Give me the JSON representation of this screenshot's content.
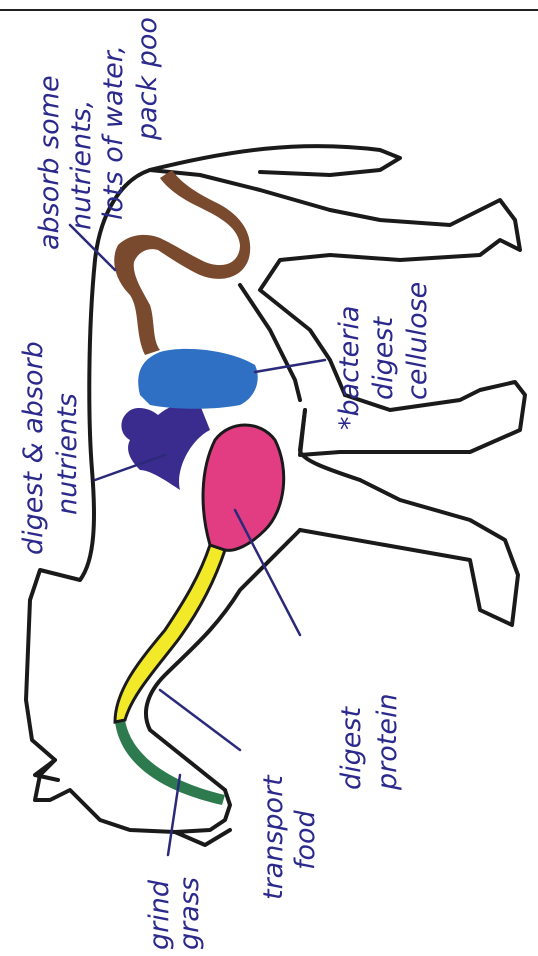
{
  "labels": {
    "grind_grass": [
      "grind",
      "grass"
    ],
    "transport_food": [
      "transport",
      "food"
    ],
    "digest_protein": [
      "digest",
      "protein"
    ],
    "digest_absorb": [
      "digest & absorb",
      "nutrients"
    ],
    "bacteria": [
      "*bacteria",
      "digest",
      "cellulose"
    ],
    "absorb_water": [
      "absorb some",
      "nutrients,",
      "lots of water,",
      "pack poo"
    ]
  },
  "colors": {
    "ink": "#1a1a1a",
    "label_ink": "#2b2a8c",
    "teeth": "#2e7a4f",
    "esophagus": "#f2ea28",
    "stomach": "#e23d83",
    "small_intestine": "#3a2b8f",
    "cecum": "#2f6fc4",
    "large_intestine": "#7a4a2e"
  }
}
